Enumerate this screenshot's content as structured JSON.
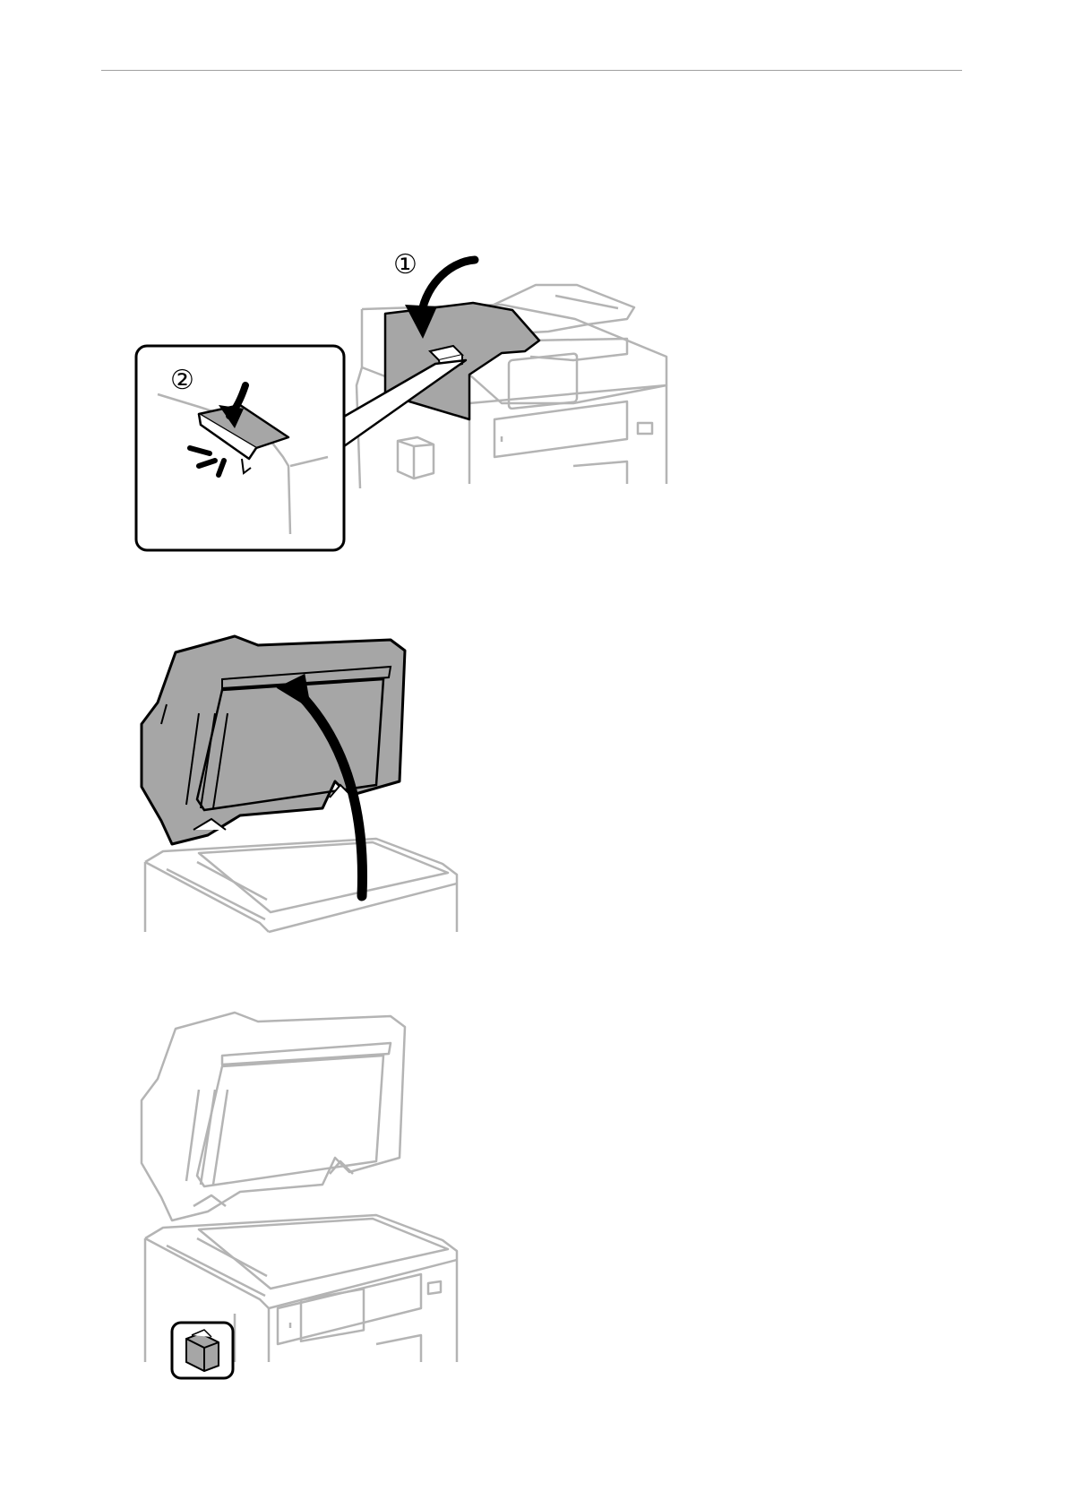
{
  "page": {
    "header_rule": true
  },
  "figures": [
    {
      "id": "figure-close-adf-cover",
      "step_labels": [
        "①",
        "②"
      ],
      "highlight_color": "#a6a6a6"
    },
    {
      "id": "figure-open-document-cover",
      "highlight_color": "#a6a6a6"
    },
    {
      "id": "figure-cleaning-cloth-holder"
    }
  ]
}
